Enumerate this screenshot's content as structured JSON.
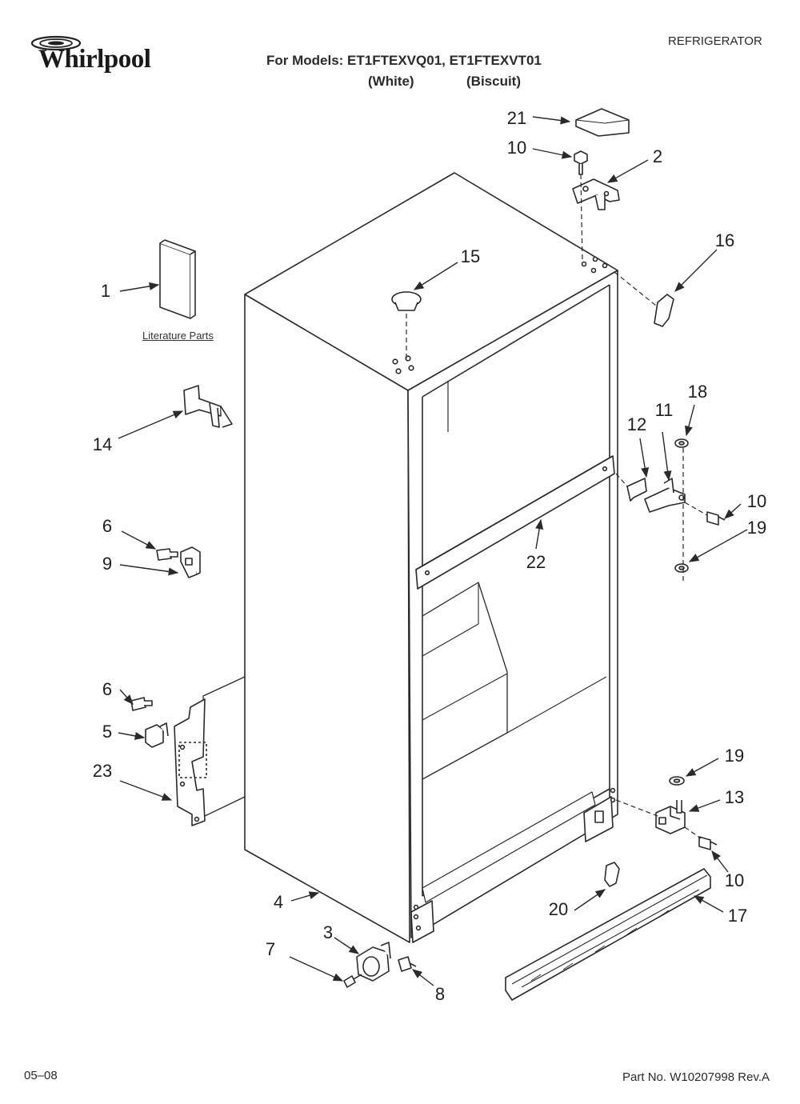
{
  "brand": {
    "logo_text": "Whirlpool"
  },
  "header": {
    "category": "REFRIGERATOR",
    "models_line": "For Models: ET1FTEXVQ01, ET1FTEXVT01",
    "variant_white": "(White)",
    "variant_biscuit": "(Biscuit)"
  },
  "labels": {
    "literature_parts": "Literature Parts"
  },
  "callouts": [
    "21",
    "10",
    "2",
    "15",
    "16",
    "1",
    "18",
    "12",
    "11",
    "14",
    "10",
    "19",
    "6",
    "9",
    "22",
    "6",
    "5",
    "23",
    "19",
    "13",
    "10",
    "4",
    "20",
    "17",
    "3",
    "7",
    "8"
  ],
  "footer": {
    "date_code": "05–08",
    "part_number": "Part No. W10207998 Rev.A"
  },
  "colors": {
    "line": "#2a2a2a",
    "fill": "#ffffff",
    "shade": "#bdbdbd"
  }
}
